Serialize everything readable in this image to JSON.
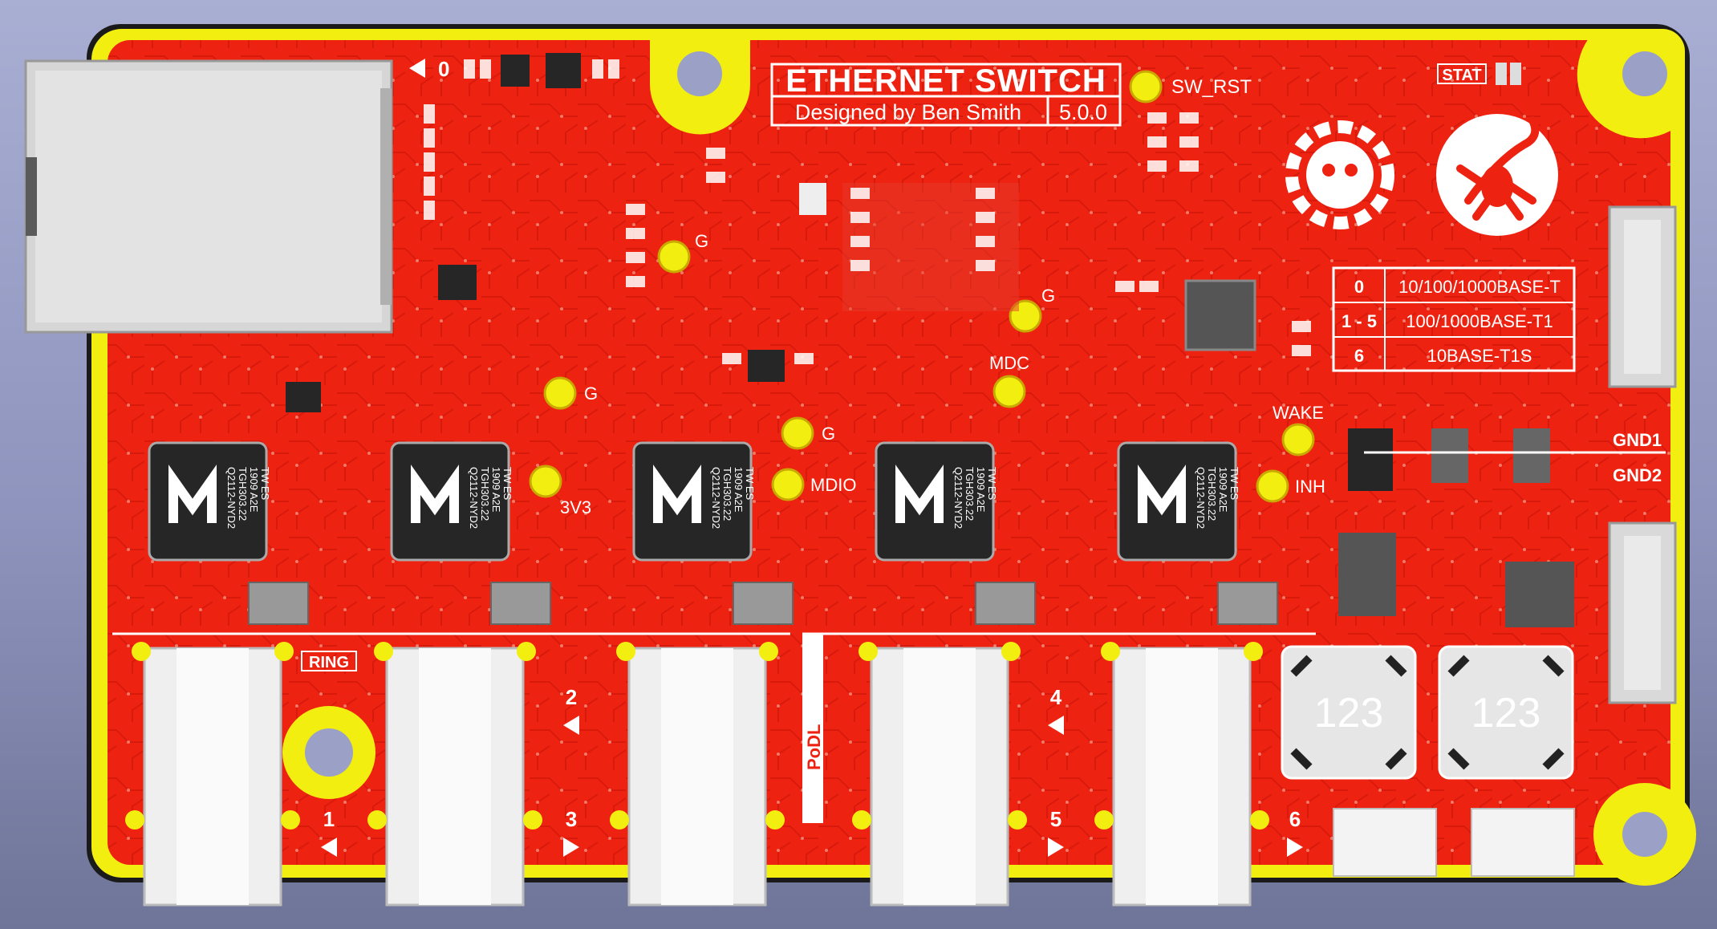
{
  "board": {
    "title": "ETHERNET SWITCH",
    "designer": "Designed by Ben Smith",
    "version": "5.0.0"
  },
  "colors": {
    "board_red": "#ee2211",
    "board_edge": "#d60f08",
    "keepout_yellow": "#f2ee10",
    "background": "#9aa0c6",
    "ic_body": "#262626",
    "silkscreen": "#ffffff"
  },
  "test_points": {
    "sw_rst": "SW_RST",
    "g1": "G",
    "g2": "G",
    "g3": "G",
    "g4": "G",
    "mdc": "MDC",
    "mdio": "MDIO",
    "v33": "3V3",
    "wake": "WAKE",
    "inh": "INH"
  },
  "labels": {
    "stat": "STAT",
    "ring": "RING",
    "podl": "PoDL",
    "gnd1": "GND1",
    "gnd2": "GND2"
  },
  "port_table": {
    "rows": [
      {
        "port": "0",
        "standard": "10/100/1000BASE-T"
      },
      {
        "port": "1 - 5",
        "standard": "100/1000BASE-T1"
      },
      {
        "port": "6",
        "standard": "10BASE-T1S"
      }
    ]
  },
  "ports": {
    "p0": "0",
    "p1": "1",
    "p2": "2",
    "p3": "3",
    "p4": "4",
    "p5": "5",
    "p6": "6"
  },
  "phy_chip": {
    "line1": "Q2112-NYD2",
    "line2": "TGH303.22",
    "line3": "1909 A2E",
    "line4": "TW ES"
  },
  "inductors": {
    "left": "123",
    "right": "123"
  }
}
